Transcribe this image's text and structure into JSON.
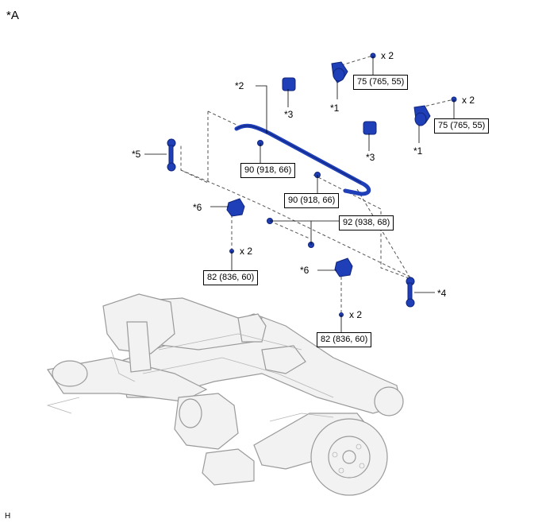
{
  "figure_id": "*A",
  "footer_code": "H",
  "callouts": {
    "c1a": "*1",
    "c1b": "*1",
    "c2": "*2",
    "c3a": "*3",
    "c3b": "*3",
    "c4": "*4",
    "c5": "*5",
    "c6a": "*6",
    "c6b": "*6"
  },
  "multipliers": {
    "m1": "x 2",
    "m2": "x 2",
    "m3": "x 2",
    "m4": "x 2"
  },
  "torque": {
    "t1": "75 (765, 55)",
    "t2": "75 (765, 55)",
    "t3": "90 (918, 66)",
    "t4": "90 (918, 66)",
    "t5": "92 (938, 68)",
    "t6": "82 (836, 60)",
    "t7": "82 (836, 60)"
  },
  "colors": {
    "part_blue": "#1f3fb8",
    "part_blue_dark": "#10257a",
    "line": "#000000",
    "dash": "#555555",
    "frame_fill": "#f2f2f2",
    "frame_stroke": "#9a9a9a"
  }
}
